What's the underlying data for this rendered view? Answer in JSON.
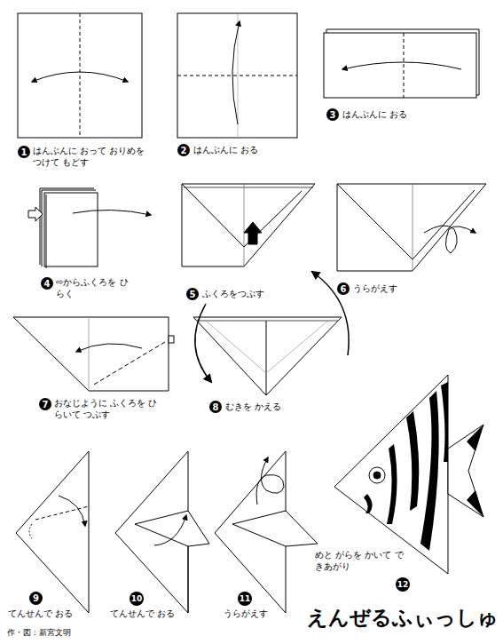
{
  "diagram": {
    "title": "えんぜるふぃっしゅ",
    "nodes": [
      {
        "text": [
          "1",
          "はんぶんに おって おりめを つけて もどす"
        ]
      },
      {
        "text": [
          "2",
          "はんぶんに おる"
        ]
      },
      {
        "text": [
          "3",
          "はんぶんに おる"
        ]
      },
      {
        "text": [
          "4",
          "⇨からふくろを ひらく"
        ]
      },
      {
        "text": [
          "5",
          "ふくろをつぶす"
        ]
      },
      {
        "text": [
          "6",
          "うらがえす"
        ]
      },
      {
        "text": [
          "7",
          "おなじように ふくろを ひらいて つぶす"
        ]
      },
      {
        "text": [
          "8",
          "むきを かえる"
        ]
      },
      {
        "text": [
          "9",
          "てんせんで おる"
        ]
      },
      {
        "text": [
          "10",
          "てんせんで おる"
        ]
      },
      {
        "text": [
          "11",
          "うらがえす"
        ]
      },
      {
        "text": [
          "12",
          "めと がらを かいて できあがり"
        ]
      }
    ],
    "labels": [
      "作・図：新宮文明"
    ]
  }
}
